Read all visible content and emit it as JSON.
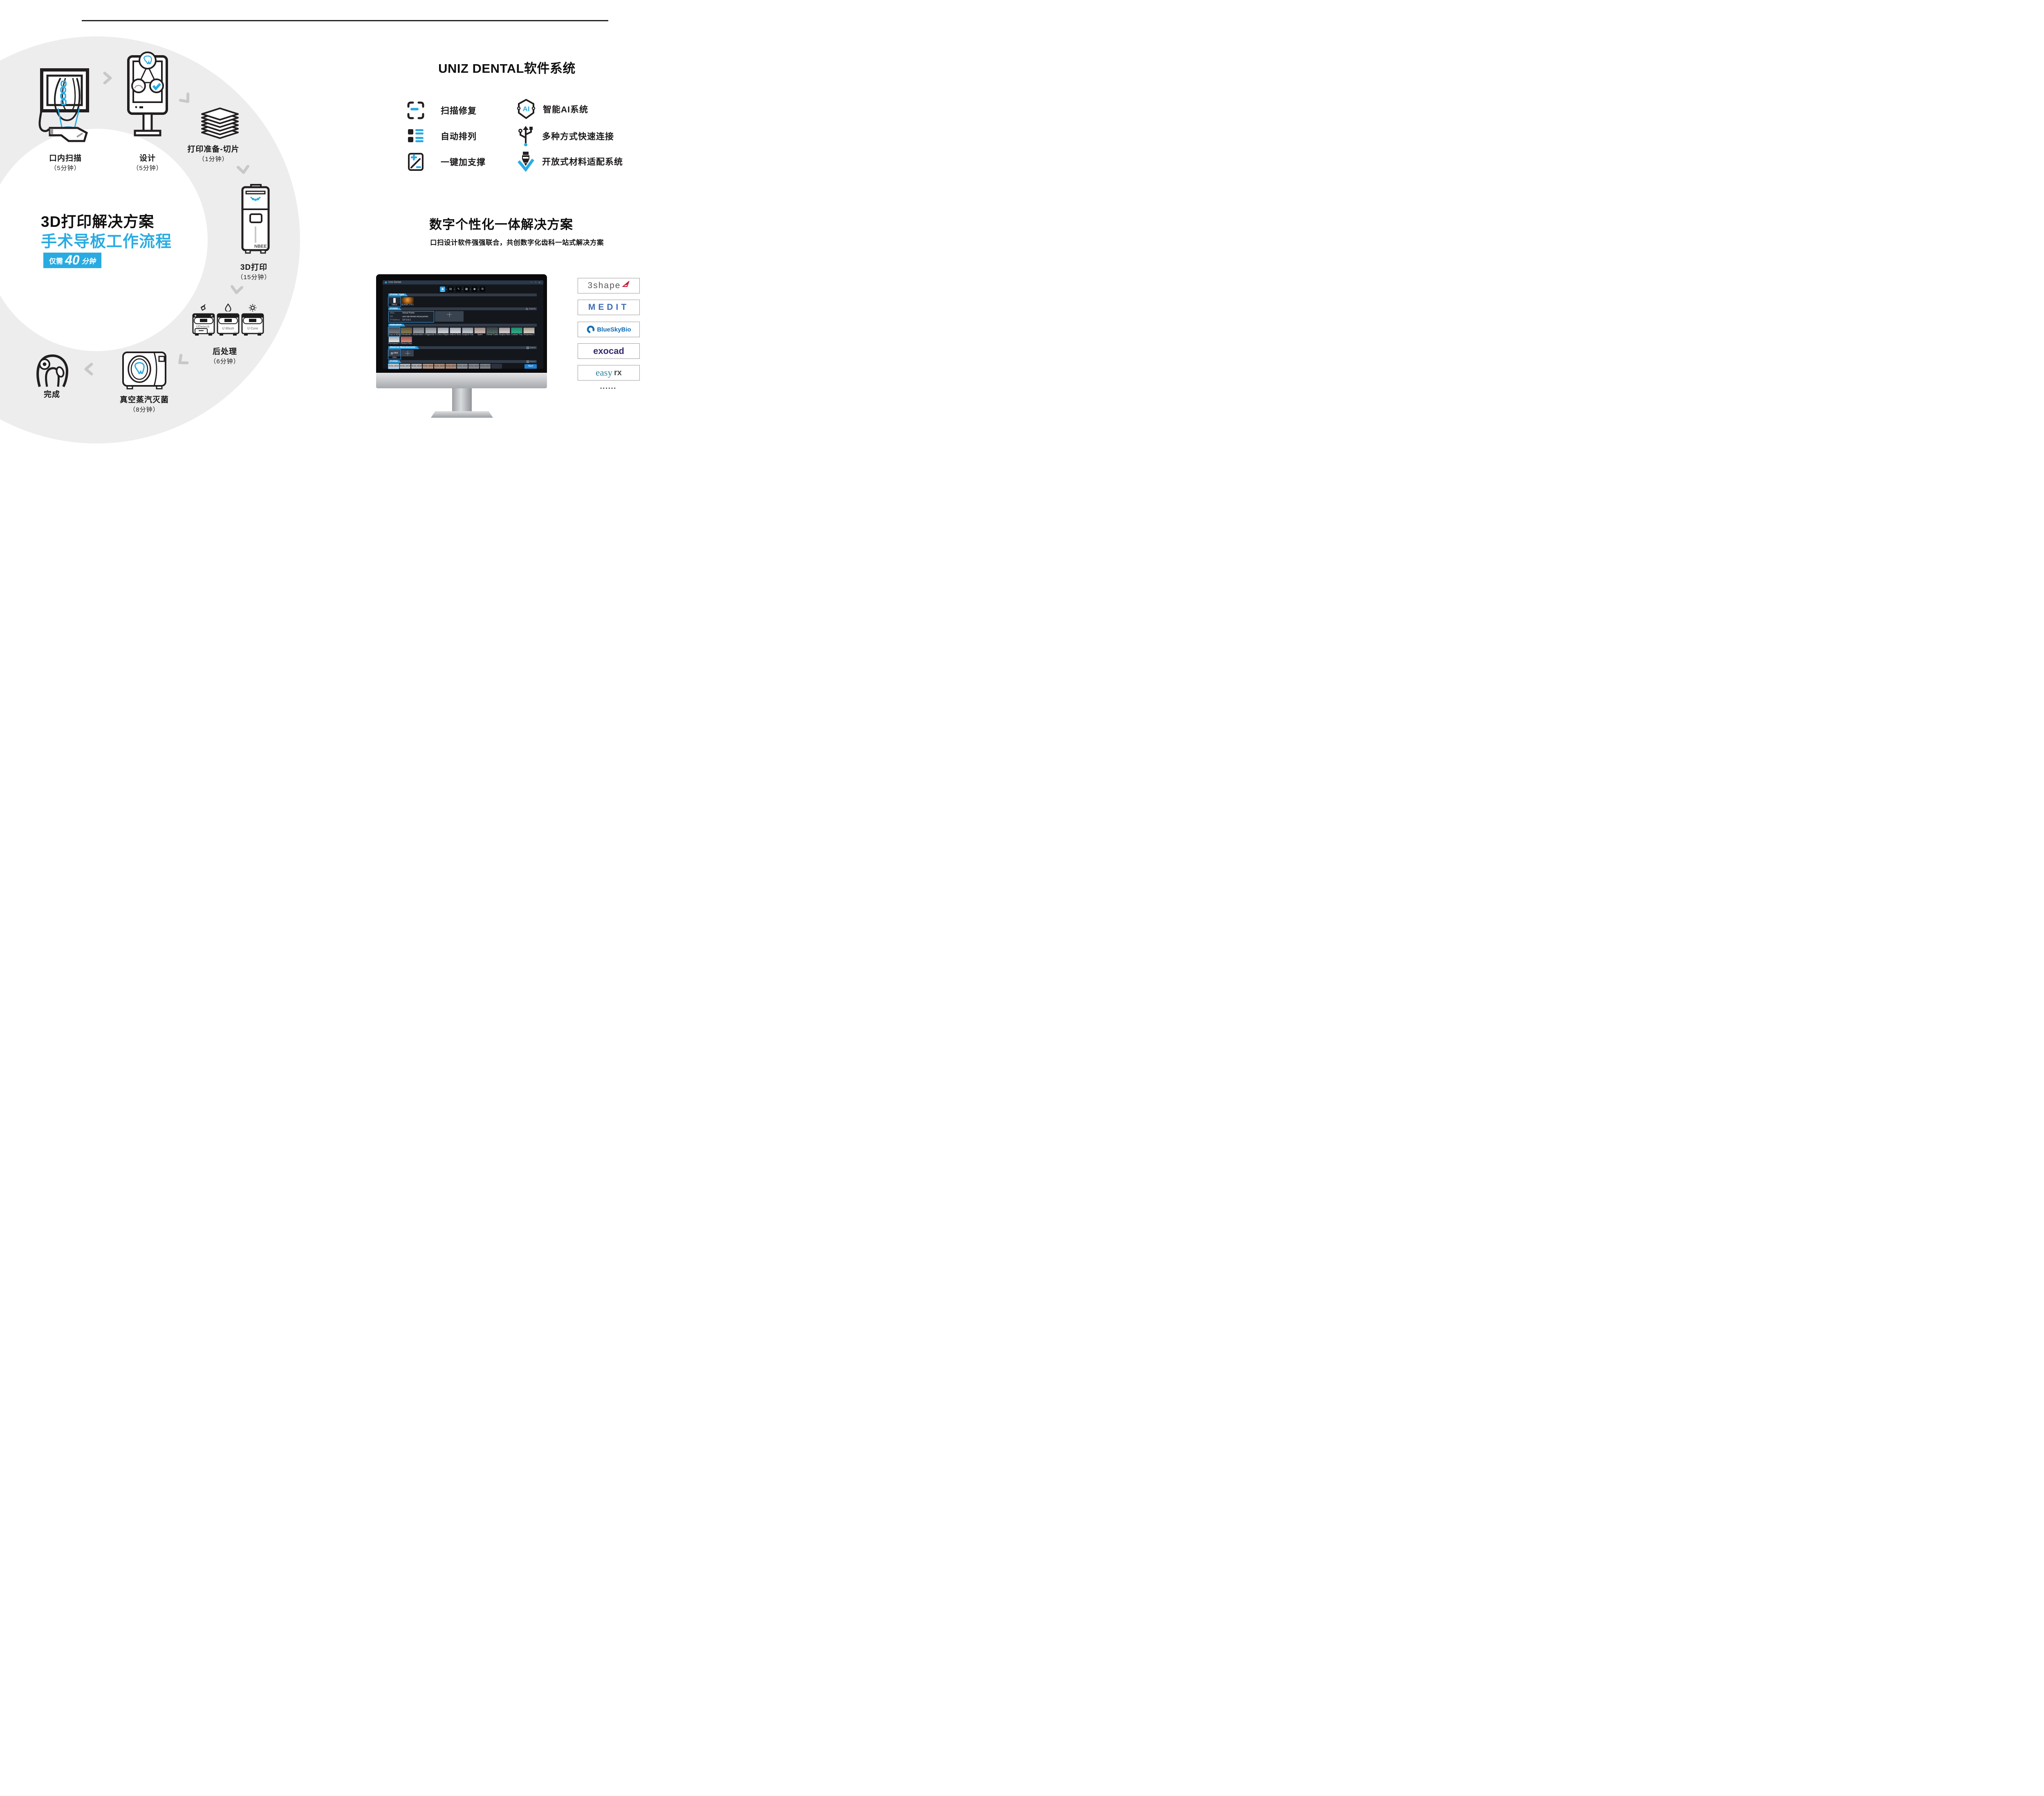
{
  "colors": {
    "accent": "#29abe2",
    "ink": "#231f20",
    "ring": "#ededee"
  },
  "workflow": {
    "title_black": "3D打印解决方案",
    "title_blue": "手术导板工作流程",
    "badge": {
      "prefix": "仅需",
      "number": "40",
      "suffix": "分钟"
    },
    "steps": [
      {
        "label": "口内扫描",
        "duration": "（5分钟）"
      },
      {
        "label": "设计",
        "duration": "（5分钟）"
      },
      {
        "label": "打印准备-切片",
        "duration": "（1分钟）"
      },
      {
        "label": "3D打印",
        "duration": "（15分钟）"
      },
      {
        "label": "后处理",
        "duration": "（6分钟）"
      },
      {
        "label": "真空蒸汽灭菌",
        "duration": "（8分钟）"
      },
      {
        "label": "完成",
        "duration": ""
      }
    ],
    "printer_brand": "NBEE",
    "post_machines": [
      "UDetach",
      "U Wash",
      "U Cure"
    ],
    "post_brand": "UNIZ"
  },
  "software": {
    "title": "UNIZ DENTAL软件系统",
    "ai_badge": "AI",
    "features": [
      {
        "label": "扫描修复"
      },
      {
        "label": "智能AI系统"
      },
      {
        "label": "自动排列"
      },
      {
        "label": "多种方式快速连接"
      },
      {
        "label": "一键加支撑"
      },
      {
        "label": "开放式材料适配系统"
      }
    ]
  },
  "solution": {
    "title": "数字个性化一体解决方案",
    "subtitle": "口扫设计软件强强联合，共创数字化齿科一站式解决方案"
  },
  "app": {
    "window_title": "Uniz Dental",
    "window_controls": {
      "min": "—",
      "max": "□",
      "close": "✕"
    },
    "toolbar_glyphs": [
      "▣",
      "▤",
      "✎",
      "▦",
      "◉",
      "⚙"
    ],
    "toolbar_sep": "▸",
    "sections": {
      "printer_type": "Printer Type",
      "printer": "Printer",
      "indication": "Indication",
      "material": "Material Manufacturer",
      "profile": "Profile"
    },
    "actions": {
      "search": "Search",
      "import": "Import",
      "next": "Next"
    },
    "printer_types": [
      "NBEE",
      "SLASH 2 PLUS"
    ],
    "printer_info": {
      "alias_label": "Alias",
      "alias": "Virtual Printer",
      "sn_label": "SN",
      "sn": "uniz-lab-dental-virtual-printer",
      "ip_label": "IP Address",
      "ip": "127.0.0.1"
    },
    "indications_row1": [
      "Scan to Model",
      "Orthodontic Mod...",
      "Restorative Mod...",
      "Diagnostic Mode...",
      "Direct Aligner",
      "Indirect Bondin...",
      "Surgical Guide",
      "Splint",
      "Dental Casting",
      "Gingiva Mask",
      "Custom Tray",
      "Temporary C&B"
    ],
    "indications_row2": [
      "Permanent C&B",
      "Denture Base"
    ],
    "material_brand": "UNIZ",
    "material_label": "Uniz",
    "profile_label": "DENTAL MODEL"
  },
  "partners": {
    "logos": [
      "3shape",
      "MEDIT",
      "BlueSkyBio",
      "exocad"
    ],
    "easyrx": {
      "part1": "easy",
      "part2": "rx"
    },
    "more": "......"
  }
}
